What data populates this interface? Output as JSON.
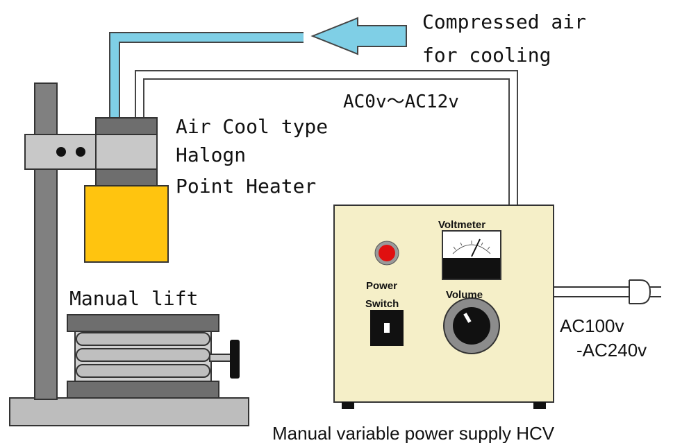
{
  "labels": {
    "compressed_air_line1": "Compressed air",
    "compressed_air_line2": "for cooling",
    "voltage_range": "AC0v～AC12v",
    "heater_line1": "Air Cool type",
    "heater_line2": "Halogn",
    "heater_line3": "Point Heater",
    "manual_lift": "Manual lift",
    "voltmeter": "Voltmeter",
    "power_line1": "Power",
    "power_line2": "Switch",
    "volume": "Volume",
    "input_line1": "AC100v",
    "input_line2": "-AC240v",
    "supply_caption": "Manual variable power supply HCV"
  },
  "colors": {
    "air_tube": "#7fcfe6",
    "heater_body": "#ffc40f",
    "stand_gray": "#808080",
    "base_gray": "#bdbdbd",
    "supply_case": "#f5efc8",
    "power_lamp": "#e01010"
  }
}
